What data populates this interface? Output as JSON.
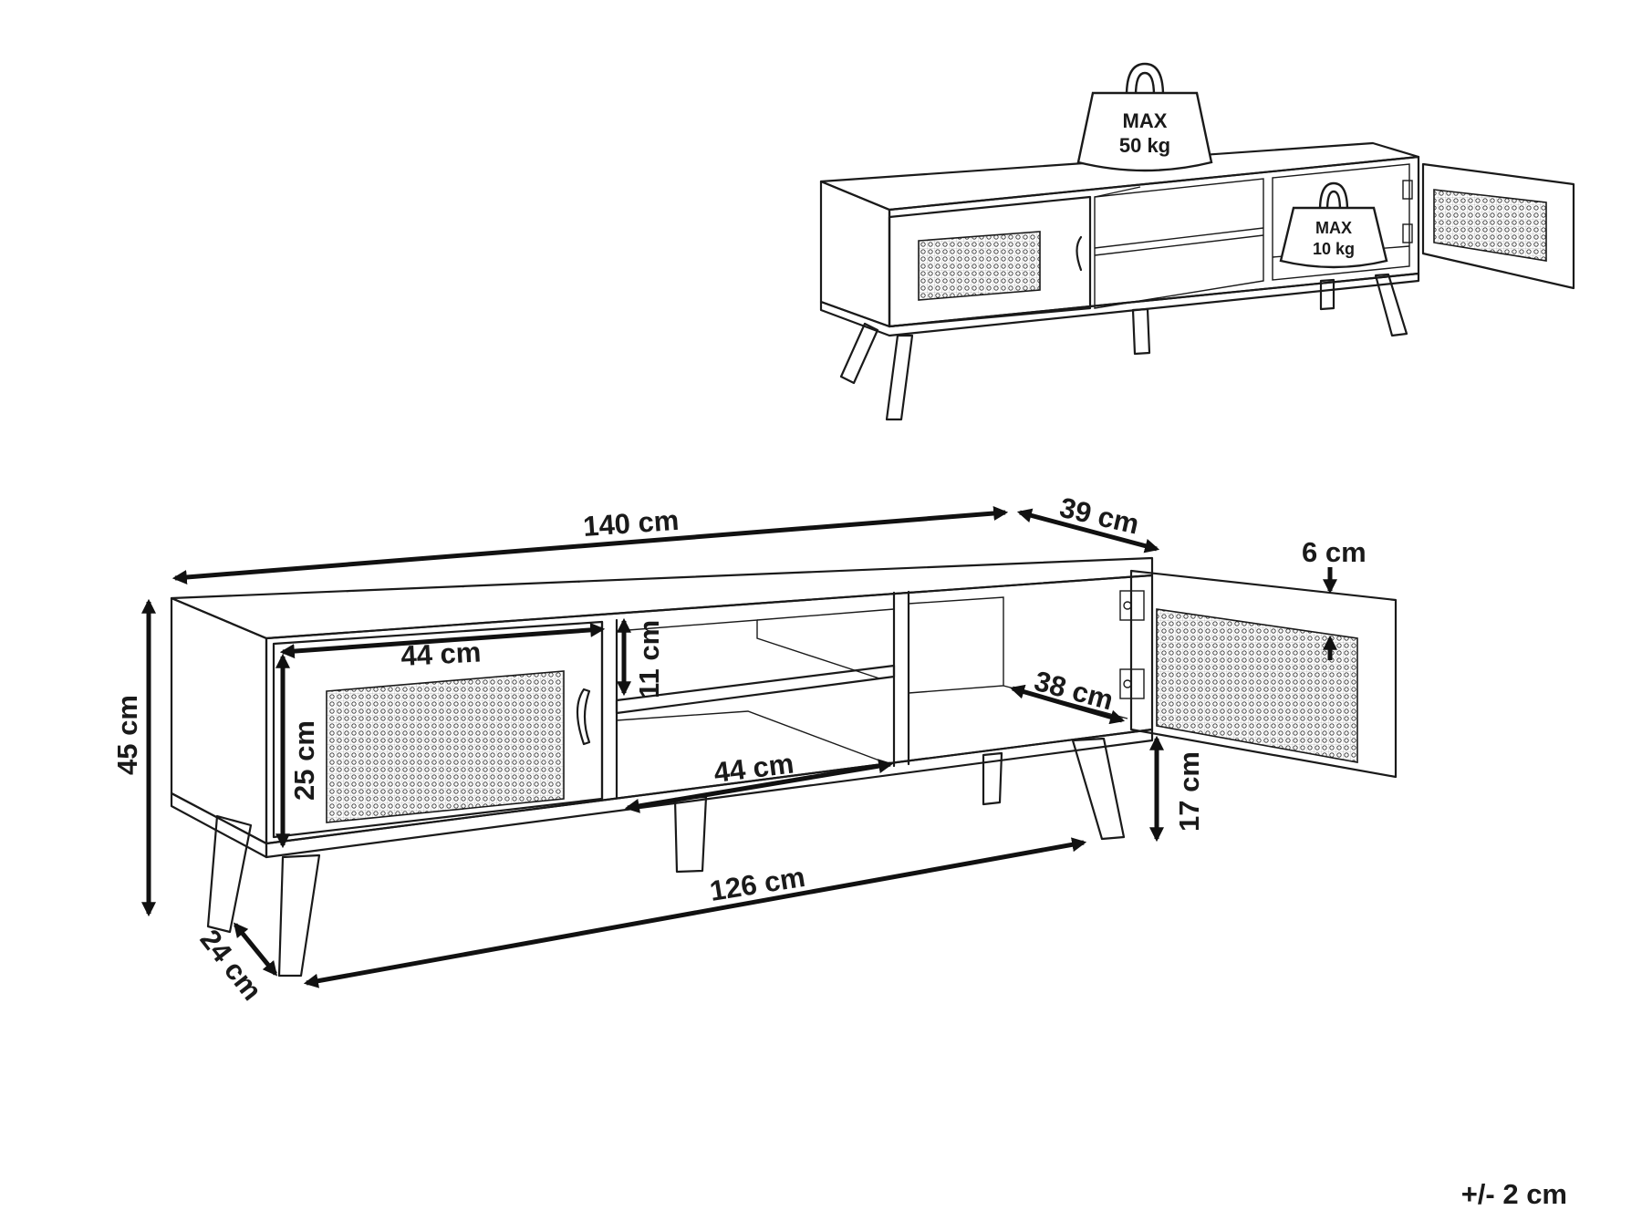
{
  "load_limits": {
    "top": {
      "line1": "MAX",
      "line2": "50 kg"
    },
    "shelf": {
      "line1": "MAX",
      "line2": "10 kg"
    }
  },
  "dimensions": {
    "width": "140 cm",
    "depth": "39 cm",
    "height": "45 cm",
    "door_width": "44 cm",
    "door_height": "25 cm",
    "shelf_gap": "11 cm",
    "shelf_width": "44 cm",
    "inner_depth": "38 cm",
    "door_thickness": "6 cm",
    "leg_height": "17 cm",
    "leg_span": "126 cm",
    "leg_depth": "24 cm"
  },
  "tolerance": "+/- 2 cm"
}
